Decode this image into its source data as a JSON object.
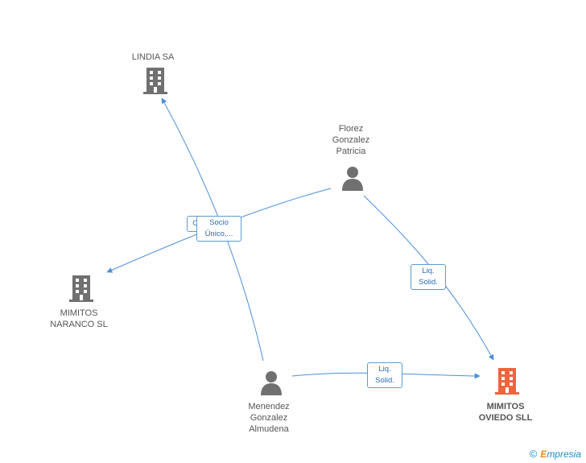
{
  "nodes": {
    "lindia": {
      "label": "LINDIA SA",
      "icon": "building-icon",
      "color": "#707070"
    },
    "florez": {
      "label": "Florez\nGonzalez\nPatricia",
      "icon": "person-icon",
      "color": "#707070"
    },
    "naranco": {
      "label": "MIMITOS\nNARANCO SL",
      "icon": "building-icon",
      "color": "#707070"
    },
    "menendez": {
      "label": "Menendez\nGonzalez\nAlmudena",
      "icon": "person-icon",
      "color": "#707070"
    },
    "oviedo": {
      "label": "MIMITOS\nOVIEDO SLL",
      "icon": "building-icon",
      "color": "#f0643c"
    }
  },
  "edges": {
    "socio_back": "O",
    "socio": "Socio\nÚnico,...",
    "liq1": "Liq.\nSolid.",
    "liq2": "Liq.\nSolid."
  },
  "colors": {
    "edge": "#4a90d9"
  },
  "brand": {
    "copyright": "©",
    "initial": "E",
    "rest": "mpresia"
  }
}
